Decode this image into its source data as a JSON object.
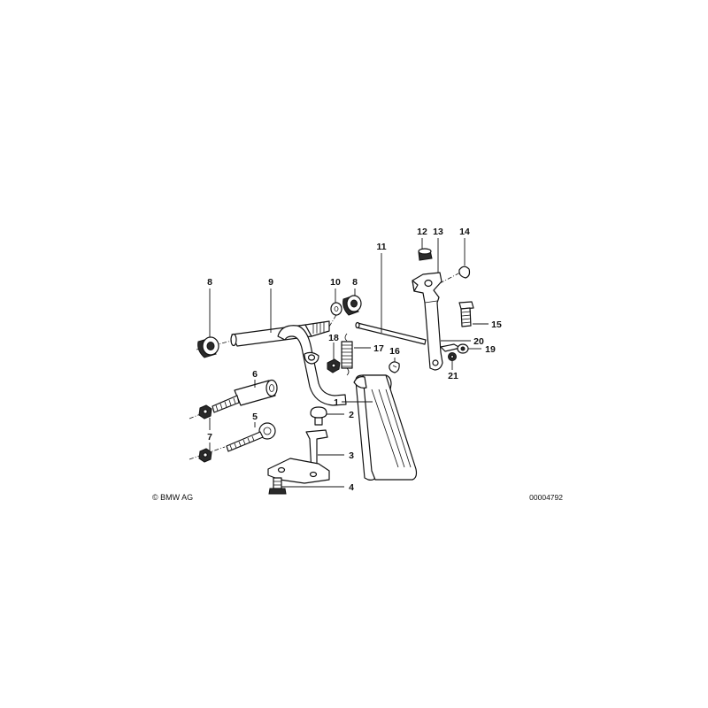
{
  "diagram": {
    "copyright": "© BMW AG",
    "code": "00004792",
    "callouts": {
      "1": "1",
      "2": "2",
      "3": "3",
      "4": "4",
      "5": "5",
      "6": "6",
      "7": "7",
      "8a": "8",
      "8b": "8",
      "9": "9",
      "10": "10",
      "11": "11",
      "12": "12",
      "13": "13",
      "14": "14",
      "15": "15",
      "16": "16",
      "17": "17",
      "18": "18",
      "19": "19",
      "20": "20",
      "21": "21"
    }
  }
}
